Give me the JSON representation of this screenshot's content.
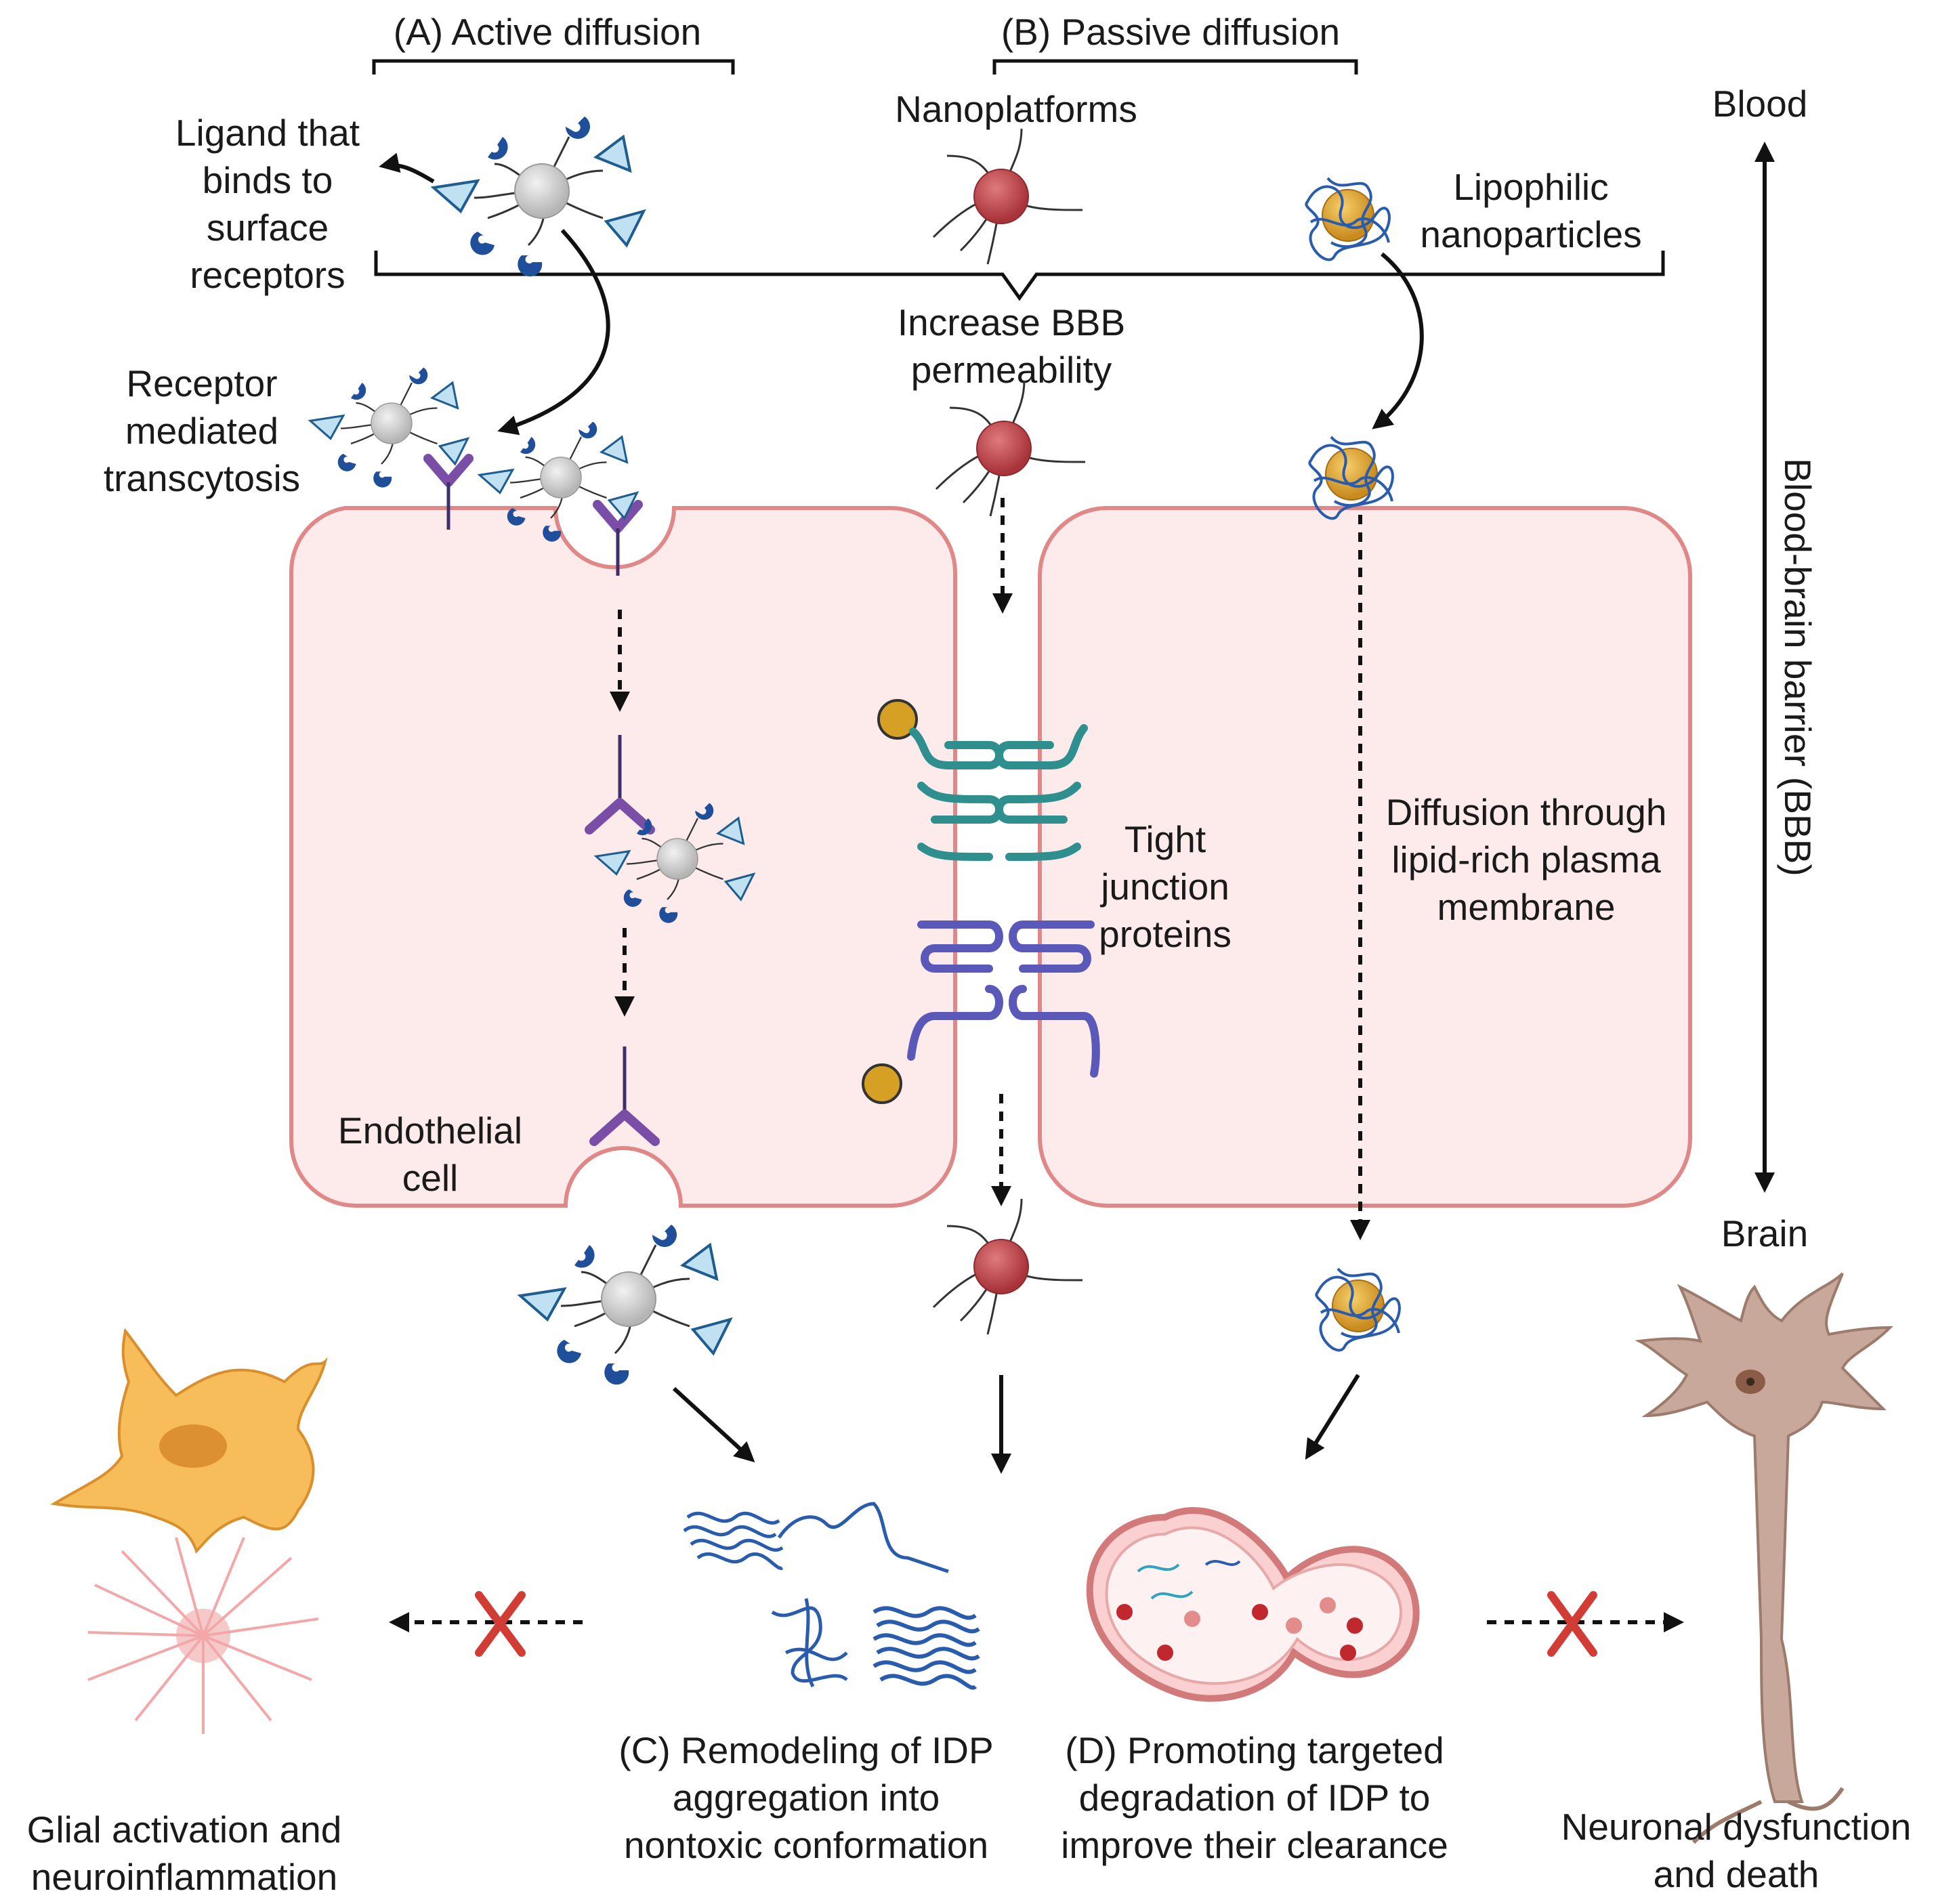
{
  "labels": {
    "active_diffusion": "(A) Active diffusion",
    "passive_diffusion": "(B) Passive diffusion",
    "nanoplatforms": "Nanoplatforms",
    "ligand_l1": "Ligand that",
    "ligand_l2": "binds to",
    "ligand_l3": "surface",
    "ligand_l4": "receptors",
    "lipophilic_l1": "Lipophilic",
    "lipophilic_l2": "nanoparticles",
    "increase_l1": "Increase BBB",
    "increase_l2": "permeability",
    "rmt_l1": "Receptor",
    "rmt_l2": "mediated",
    "rmt_l3": "transcytosis",
    "tight_l1": "Tight",
    "tight_l2": "junction",
    "tight_l3": "proteins",
    "diffusion_l1": "Diffusion through",
    "diffusion_l2": "lipid-rich plasma",
    "diffusion_l3": "membrane",
    "endothelial_l1": "Endothelial",
    "endothelial_l2": "cell",
    "blood": "Blood",
    "brain": "Brain",
    "bbb": "Blood-brain barrier (BBB)",
    "remodel_l1": "(C) Remodeling of IDP",
    "remodel_l2": "aggregation into",
    "remodel_l3": "nontoxic conformation",
    "degrade_l1": "(D) Promoting targeted",
    "degrade_l2": "degradation of IDP to",
    "degrade_l3": "improve their clearance",
    "glial_l1": "Glial activation and",
    "glial_l2": "neuroinflammation",
    "neuronal_l1": "Neuronal dysfunction",
    "neuronal_l2": "and death"
  },
  "colors": {
    "cell_fill": "#fdeaea",
    "cell_stroke": "#e08888",
    "nanoplatform": "#c0484e",
    "lipophilic": "#e0a030",
    "ligand_core": "#d4d4d4",
    "receptor": "#7a4ea6",
    "tight_junction_top": "#2f8f8f",
    "tight_junction_bottom": "#5a58b8",
    "blocked_x": "#d13c35"
  }
}
